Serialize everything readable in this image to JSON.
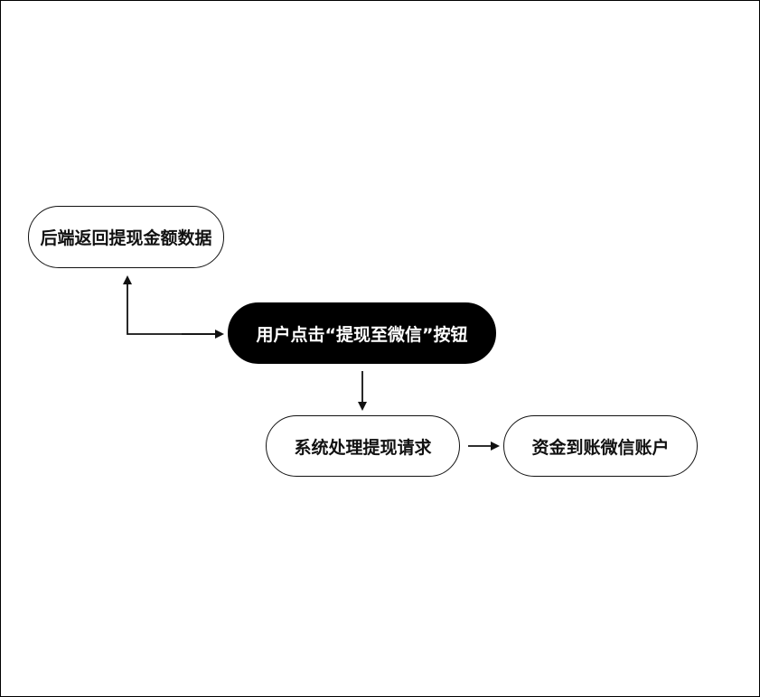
{
  "nodes": {
    "backend": "后端返回提现金额数据",
    "click": "用户点击“提现至微信”按钮",
    "process": "系统处理提现请求",
    "arrive": "资金到账微信账户"
  },
  "colors": {
    "primary": "#000000",
    "background": "#ffffff"
  }
}
